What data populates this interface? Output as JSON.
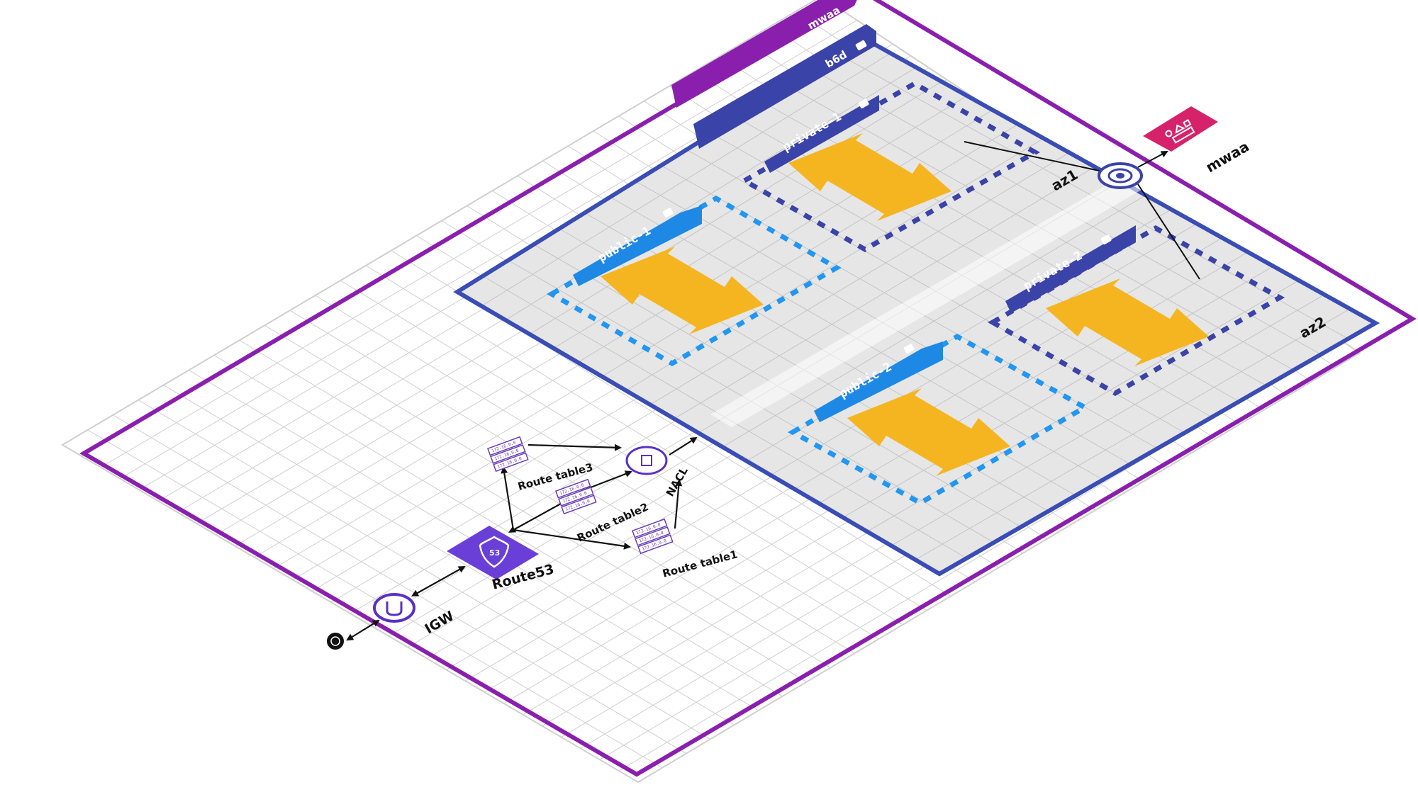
{
  "vpc_label": "mwaa",
  "vpc_cidr_label": "b6d",
  "subnets": {
    "private_1": "private-1",
    "private_2": "private-2",
    "public_1": "public-1",
    "public_2": "public-2"
  },
  "availability_zones": {
    "az1": "az1",
    "az2": "az2"
  },
  "nodes": {
    "igw": "IGW",
    "route53": "Route53",
    "route53_badge": "53",
    "nacl": "NACL",
    "route_table_1": "Route table1",
    "route_table_2": "Route table2",
    "route_table_3": "Route table3",
    "mwaa_service": "mwaa"
  },
  "route_table_entries": [
    "172.16.0.0",
    "172.16.0.0",
    "172.16.0.0"
  ],
  "colors": {
    "vpc_border": "#8a1fae",
    "vpc_tab": "#8a1fae",
    "inner_border": "#3a4db4",
    "private_tab": "#3a43a8",
    "public_tab": "#1e88e5",
    "private_dash": "#3a43a8",
    "public_dash": "#2196f3",
    "instance_arrow": "#f5b521",
    "route53": "#6a3fd8",
    "mwaa_service": "#d6226b",
    "az_band": "#e9e9e9"
  },
  "icons": [
    "globe-icon",
    "igw-icon",
    "route53-icon",
    "route-table-icon",
    "nacl-icon",
    "endpoint-icon",
    "mwaa-icon",
    "lock-icon",
    "ec2-arrow-icon"
  ]
}
